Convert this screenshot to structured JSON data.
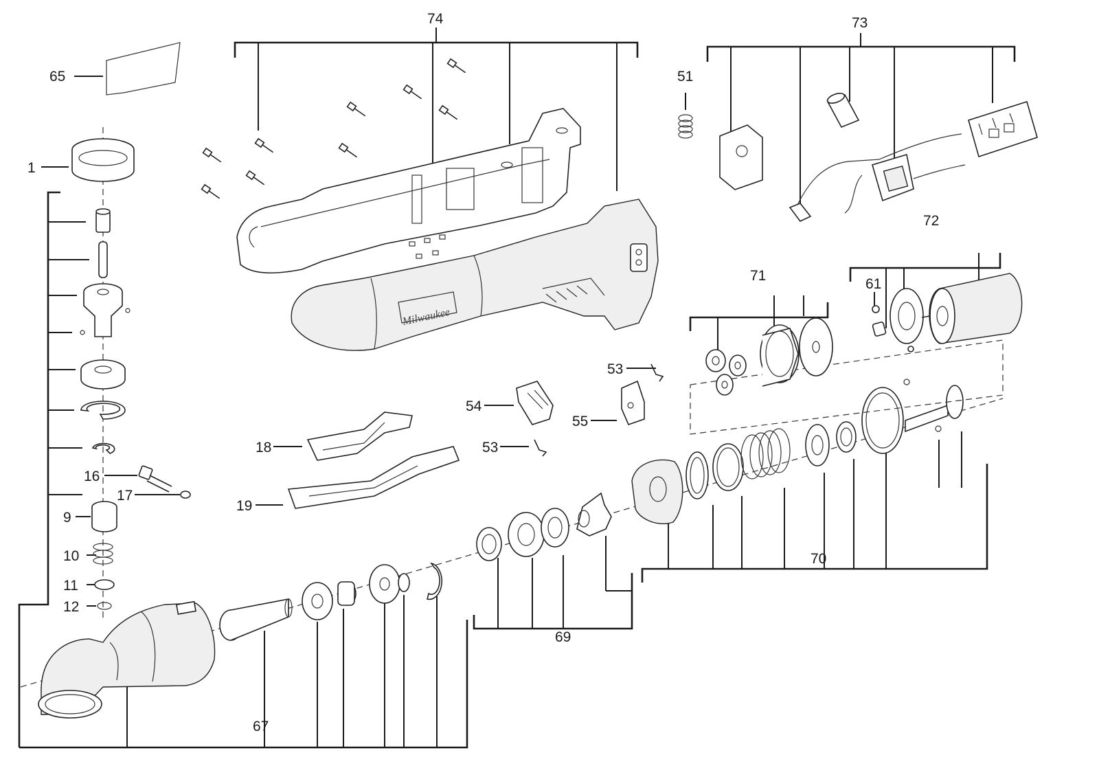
{
  "callouts": {
    "c65": "65",
    "c1": "1",
    "c16": "16",
    "c17": "17",
    "c9": "9",
    "c10": "10",
    "c11": "11",
    "c12": "12",
    "c18": "18",
    "c19": "19",
    "c54": "54",
    "c55": "55",
    "c53a": "53",
    "c53b": "53",
    "c51": "51",
    "c61": "61",
    "c67": "67",
    "c69": "69",
    "c70": "70",
    "c71": "71",
    "c72": "72",
    "c73": "73",
    "c74": "74"
  },
  "housing_logo_text": "Milwaukee"
}
